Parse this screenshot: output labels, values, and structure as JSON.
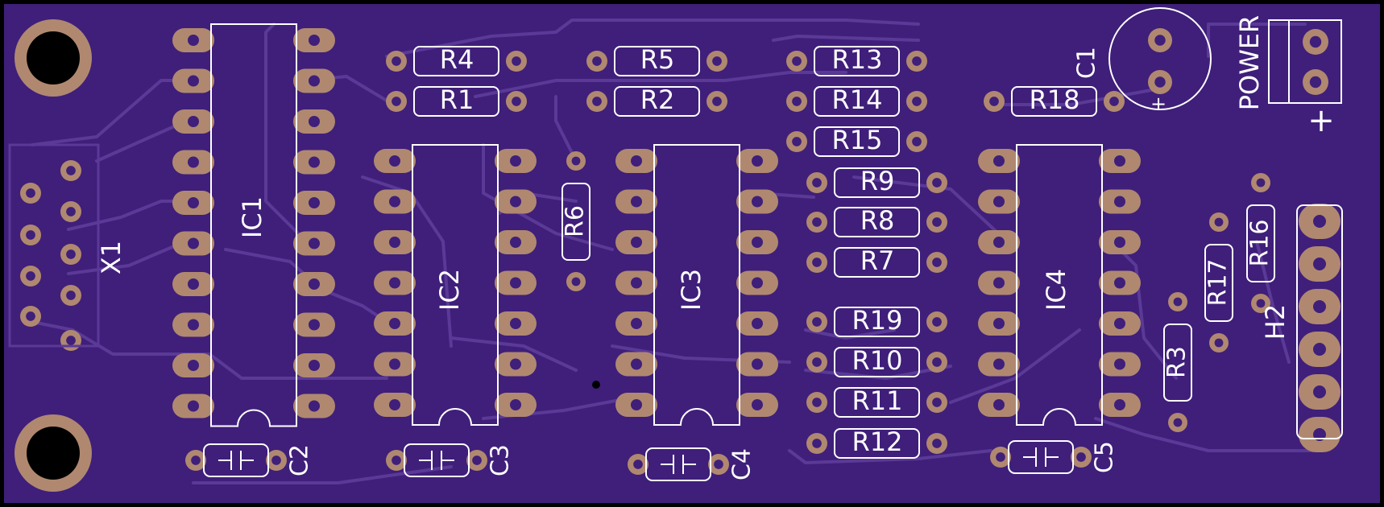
{
  "board": {
    "colors": {
      "background": "#000000",
      "board": "#3F1F7A",
      "trace": "#5A3A96",
      "silkscreen": "#FFFFFF",
      "pad": "#B08870",
      "mount_hole": "#000000"
    }
  },
  "labels": {
    "ic1": "IC1",
    "ic2": "IC2",
    "ic3": "IC3",
    "ic4": "IC4",
    "x1": "X1",
    "h2": "H2",
    "power": "POWER",
    "plus": "+",
    "c1_plus": "+",
    "c1": "C1",
    "c2": "C2",
    "c3": "C3",
    "c4": "C4",
    "c5": "C5",
    "r1": "R1",
    "r2": "R2",
    "r3": "R3",
    "r4": "R4",
    "r5": "R5",
    "r6": "R6",
    "r7": "R7",
    "r8": "R8",
    "r9": "R9",
    "r10": "R10",
    "r11": "R11",
    "r12": "R12",
    "r13": "R13",
    "r14": "R14",
    "r15": "R15",
    "r16": "R16",
    "r17": "R17",
    "r18": "R18",
    "r19": "R19"
  }
}
